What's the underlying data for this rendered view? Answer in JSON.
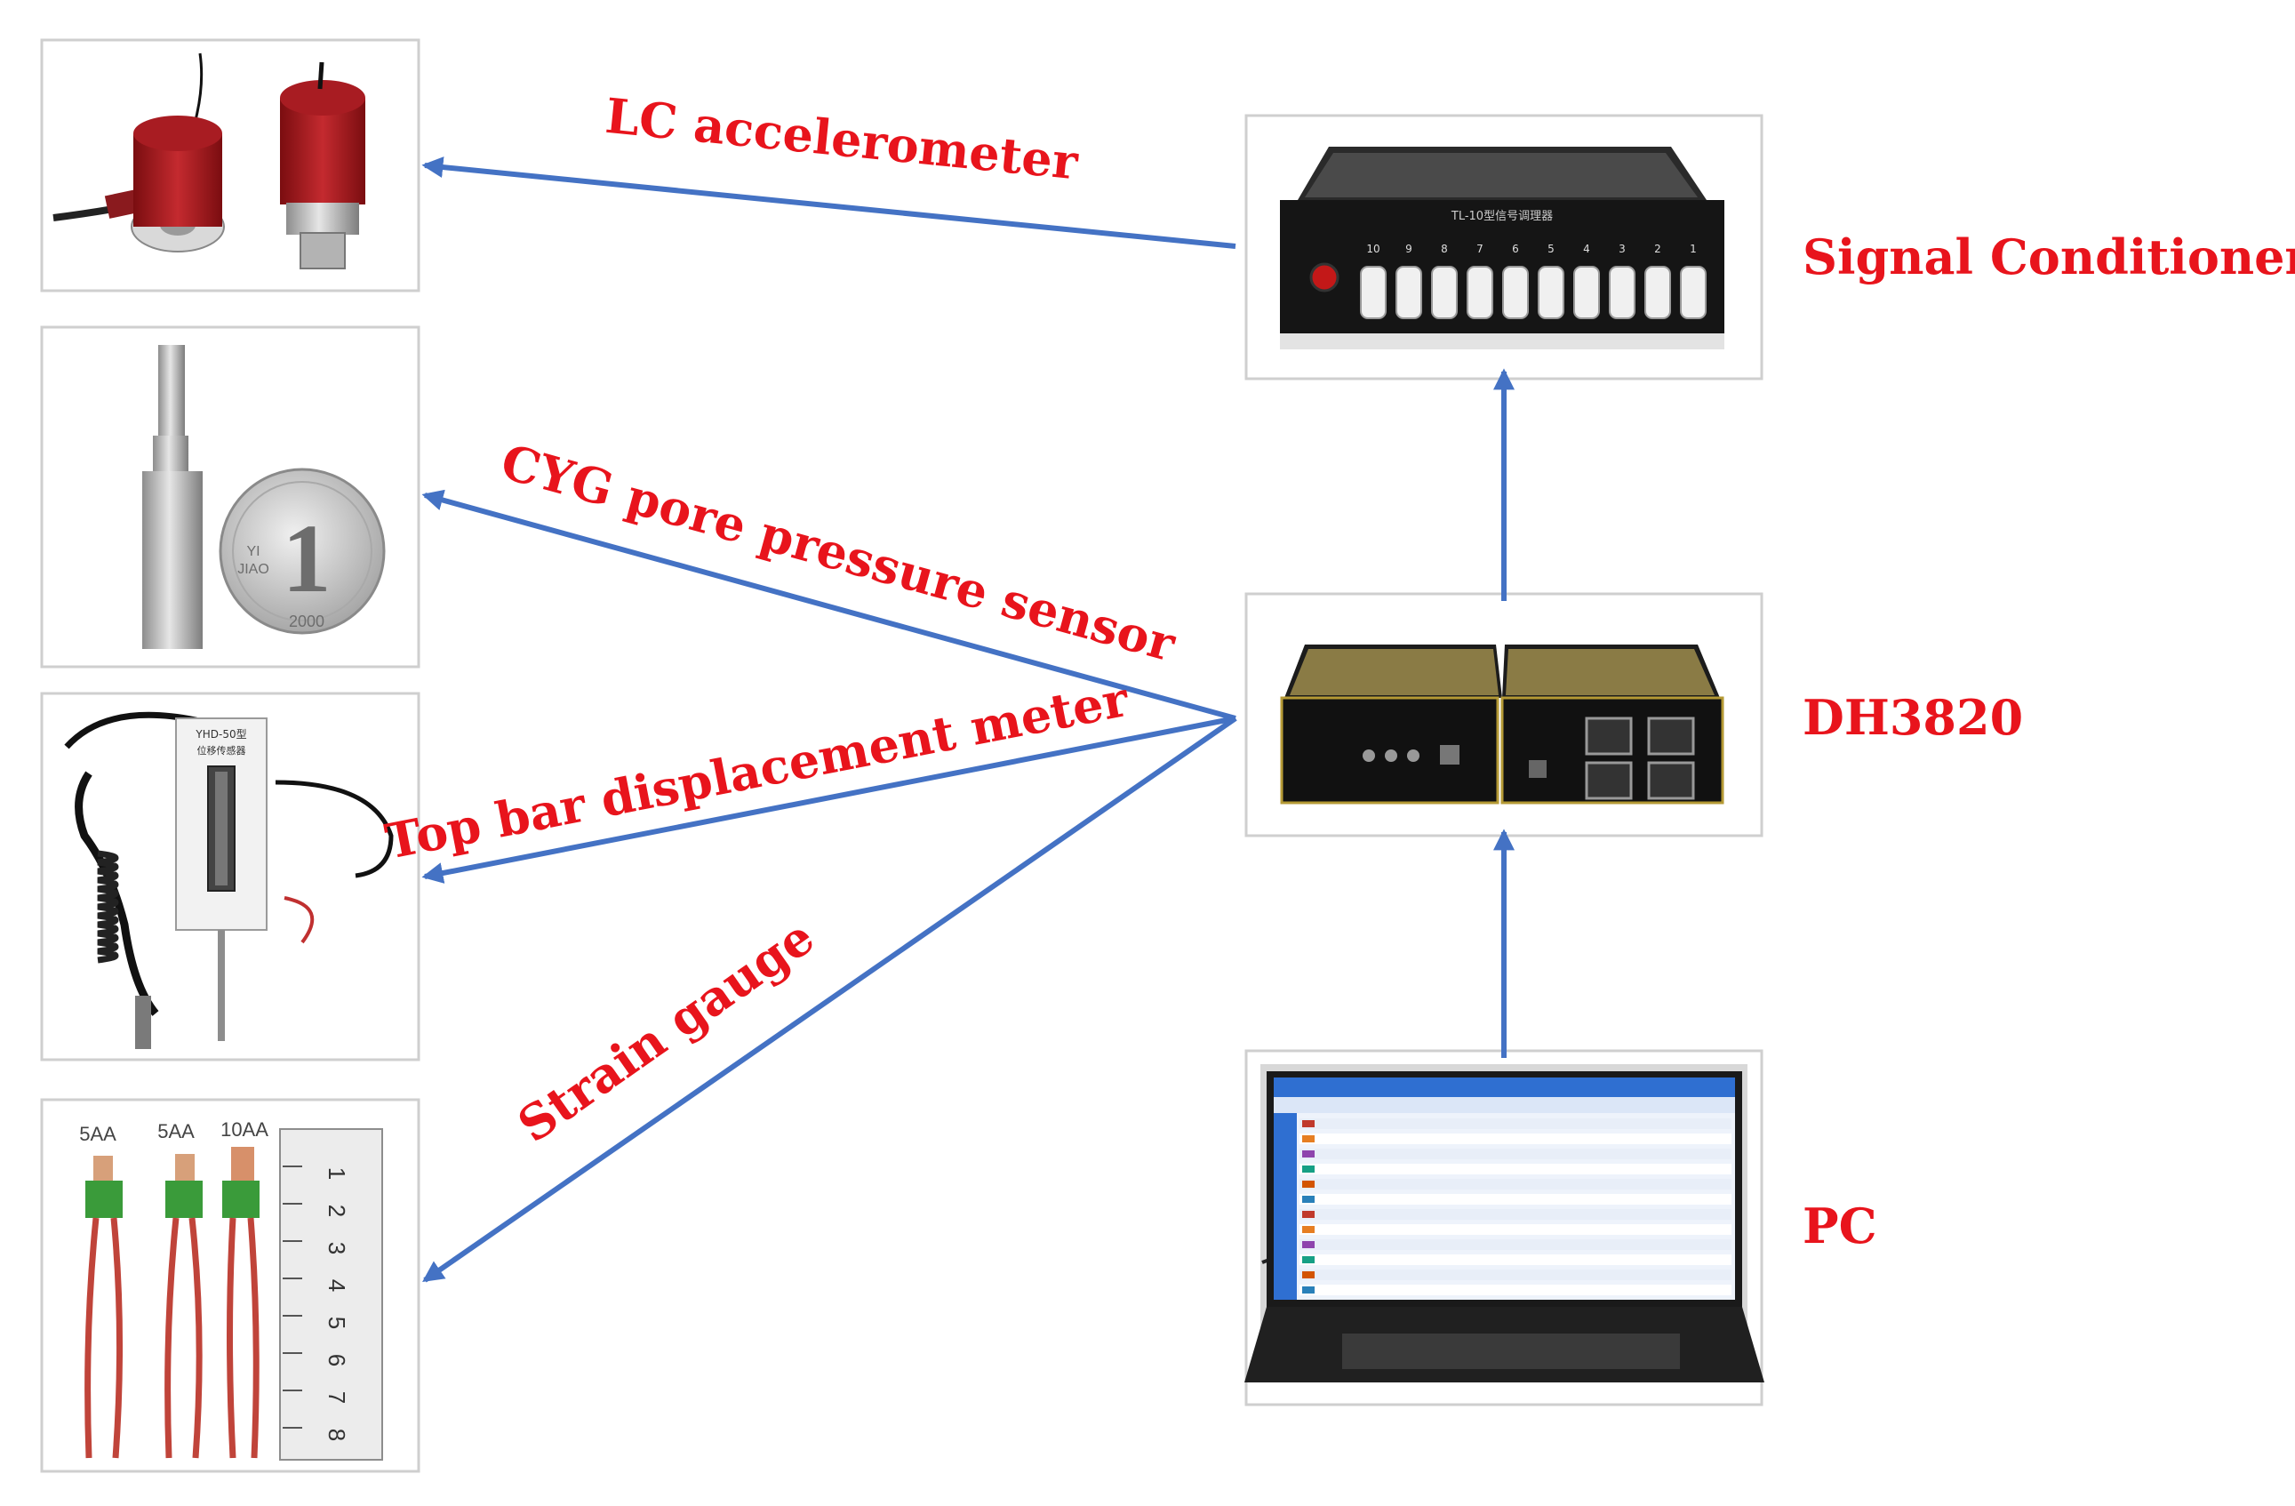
{
  "sensors": [
    {
      "id": "lc-accelerometer",
      "label": "LC accelerometer"
    },
    {
      "id": "cyg-pore-pressure-sensor",
      "label": "CYG pore pressure sensor"
    },
    {
      "id": "top-bar-displacement-meter",
      "label": "Top bar displacement meter"
    },
    {
      "id": "strain-gauge",
      "label": "Strain gauge"
    }
  ],
  "devices": {
    "signal_conditioners": {
      "label": "Signal Conditioners",
      "panel_text": "TL-10型信号调理器",
      "channel_numbers": [
        "10",
        "9",
        "8",
        "7",
        "6",
        "5",
        "4",
        "3",
        "2",
        "1"
      ]
    },
    "dh3820": {
      "label": "DH3820"
    },
    "pc": {
      "label": "PC"
    }
  },
  "photo_text": {
    "coin": {
      "numeral": "1",
      "line1": "YI",
      "line2": "JIAO",
      "year": "2000"
    },
    "displacement_tag": {
      "model": "YHD-50型",
      "name": "位移传感器"
    },
    "strain_tags": [
      "5AA",
      "5AA",
      "10AA"
    ],
    "ruler_numbers": [
      "1",
      "2",
      "3",
      "4",
      "5",
      "6",
      "7",
      "8"
    ]
  },
  "colors": {
    "label": "#e8141c",
    "arrow": "#4472c4",
    "frame_border": "#cfcfcf"
  }
}
